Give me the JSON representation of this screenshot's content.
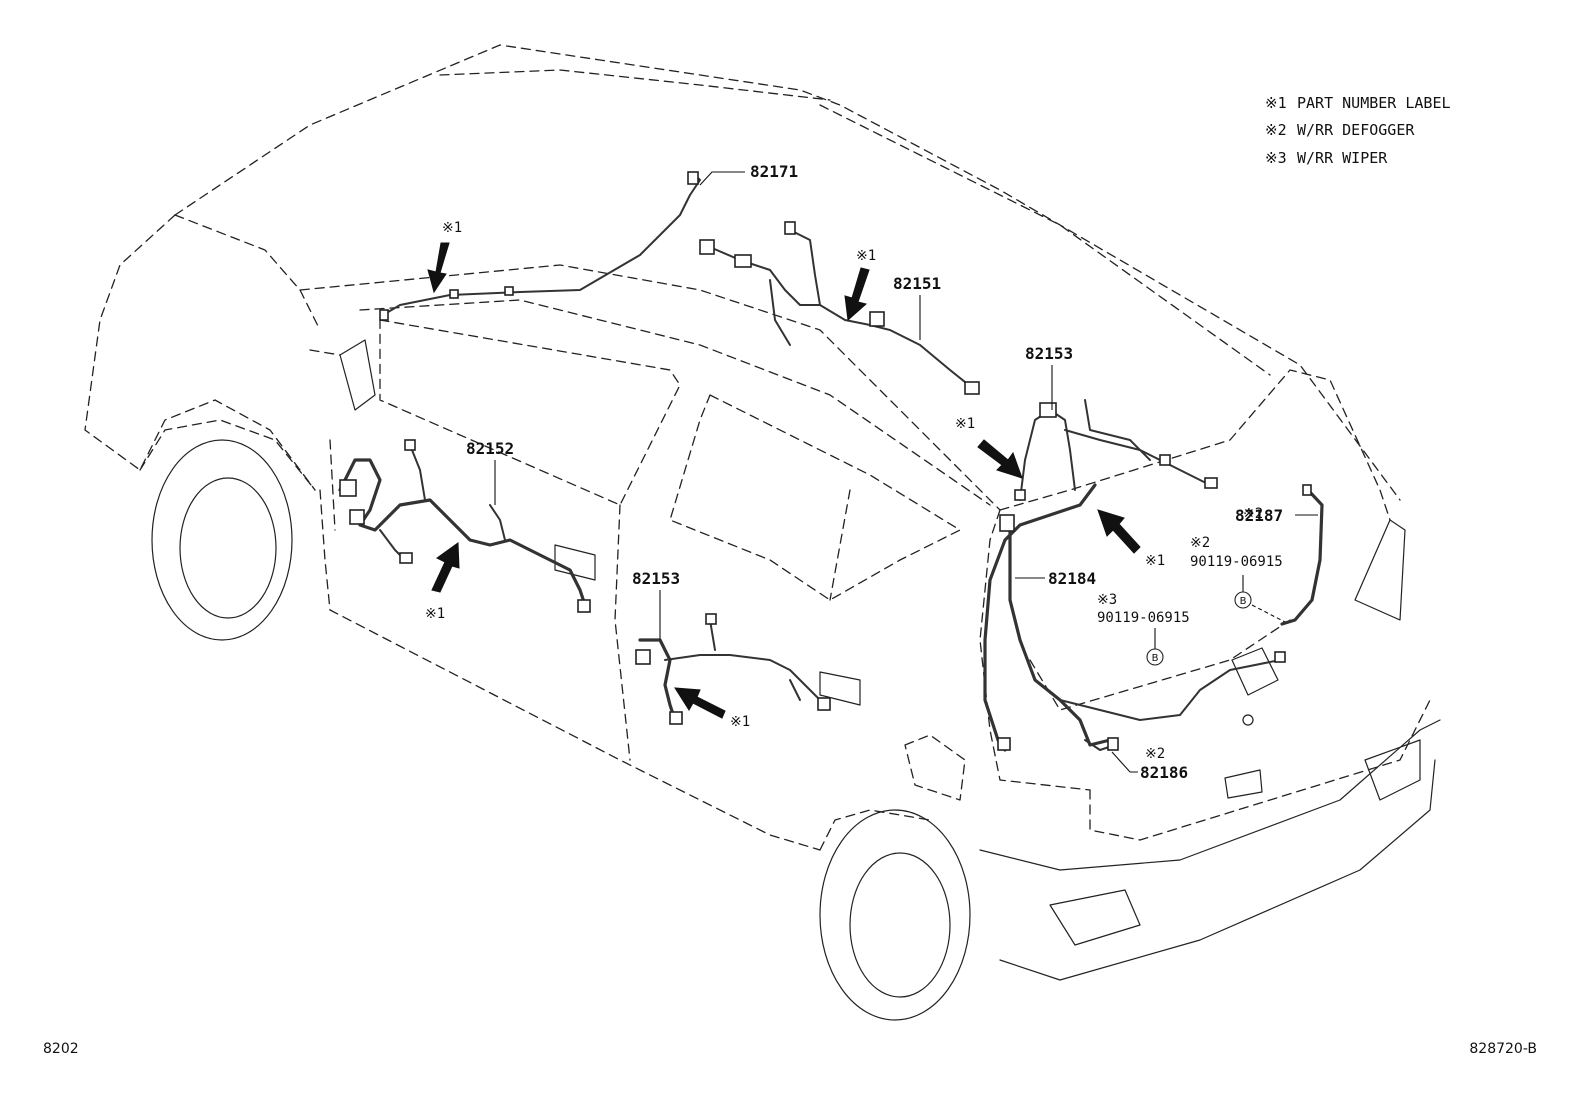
{
  "legend": [
    {
      "mark": "※1",
      "text": "PART NUMBER LABEL"
    },
    {
      "mark": "※2",
      "text": "W/RR DEFOGGER"
    },
    {
      "mark": "※3",
      "text": "W/RR WIPER"
    }
  ],
  "part_labels": {
    "p82171": "82171",
    "p82151": "82151",
    "p82153_top": "82153",
    "p82152": "82152",
    "p82153_door": "82153",
    "p82184": "82184",
    "p82187": "82187",
    "p82186": "82186",
    "bolt_defogger": "90119-06915",
    "bolt_wiper": "90119-06915"
  },
  "note_marks": {
    "n1": "※1",
    "n2": "※1",
    "n3": "※1",
    "n4": "※1",
    "n5": "※1",
    "n6": "※1",
    "n7": "※2",
    "n8": "※2",
    "n9": "※3",
    "n10": "※2"
  },
  "ref_circles": {
    "b1": "B",
    "b2": "B"
  },
  "corner": {
    "left_code": "8202",
    "right_code": "828720-B"
  }
}
